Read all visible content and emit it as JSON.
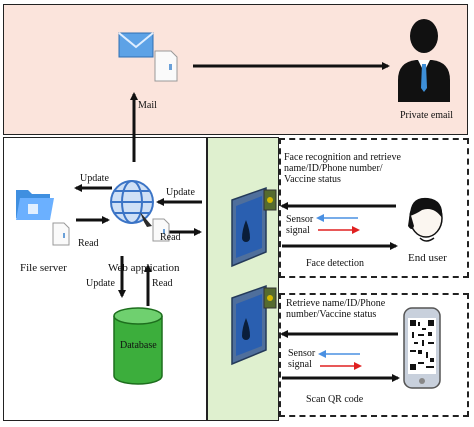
{
  "labels": {
    "mail": "Mail",
    "private_email": "Private email",
    "update_top": "Update",
    "update_mid": "Update",
    "read_left": "Read",
    "read_right": "Read",
    "file_server": "File server",
    "web_application": "Web application",
    "update_db": "Update",
    "read_db": "Read",
    "database": "Database",
    "face_recognition": "Face recognition and retrieve\nname/ID/Phone number/\nVaccine status",
    "sensor_signal_1": "Sensor\nsignal",
    "face_detection": "Face detection",
    "end_user": "End user",
    "retrieve_qr": "Retrieve name/ID/Phone\nnumber/Vaccine status",
    "sensor_signal_2": "Sensor\nsignal",
    "scan_qr": "Scan QR code"
  },
  "icons": {
    "mail": "envelope-icon",
    "document": "document-icon",
    "user": "businessman-icon",
    "folder": "folder-icon",
    "globe": "globe-icon",
    "database": "database-cylinder-icon",
    "scanner": "scanner-device-icon",
    "end_user": "person-head-icon",
    "phone": "qr-phone-icon"
  },
  "colors": {
    "top_panel": "#fbe4dc",
    "green_panel": "#dff0cf",
    "database": "#3cae3c",
    "folder": "#3f8fe0",
    "globe": "#3b74c6",
    "arrow_blue": "#4a90e2",
    "arrow_red": "#e02020"
  }
}
